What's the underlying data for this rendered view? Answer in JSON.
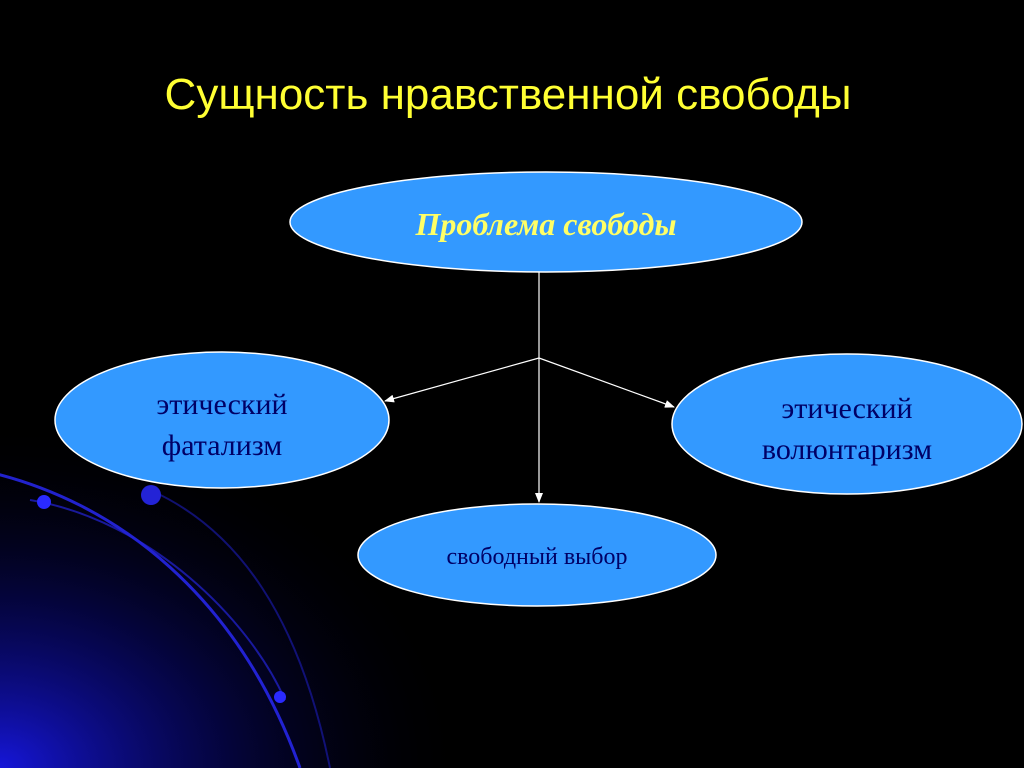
{
  "slide": {
    "title": "Сущность нравственной свободы"
  },
  "diagram": {
    "root": {
      "label": "Проблема свободы"
    },
    "left": {
      "line1": "этический",
      "line2": "фатализм"
    },
    "right": {
      "line1": "этический",
      "line2": "волюнтаризм"
    },
    "bottom": {
      "label": "свободный выбор"
    }
  },
  "colors": {
    "background": "#000000",
    "title": "#ffff33",
    "node_fill": "#3399ff",
    "root_text": "#ffff66",
    "node_text": "#000066",
    "connector": "#ffffff",
    "decor": "#1a1aff"
  }
}
